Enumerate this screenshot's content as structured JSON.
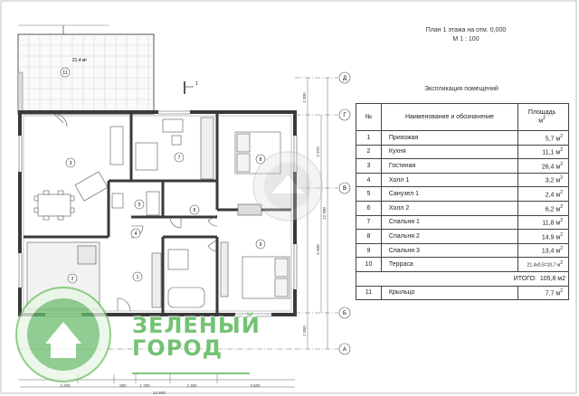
{
  "plan": {
    "title": "План 1 этажа на отм. 0,000",
    "scale": "М 1 : 100",
    "terrace_area_label": "21,4 м²",
    "terrace_num": "11",
    "section_mark": "1"
  },
  "axes": {
    "rows": [
      "Д",
      "Г",
      "В",
      "Б",
      "А"
    ],
    "dims_right": [
      "1 800",
      "3 370",
      "12 900",
      "5 800",
      "1 800"
    ],
    "dims_bottom": [
      "4 200",
      "800",
      "1 700",
      "2 300",
      "3 500"
    ],
    "dims_bottom_total": "12 500",
    "room_nums": [
      "1",
      "2",
      "3",
      "4",
      "5",
      "6",
      "7",
      "8",
      "9"
    ]
  },
  "explication": {
    "title": "Экспликация помещений",
    "headers": {
      "num": "№",
      "name": "Наименование и обозначение",
      "area": "Площадь",
      "area_unit": "м"
    },
    "rows": [
      {
        "num": "1",
        "name": "Прихожая",
        "area": "5,7 м"
      },
      {
        "num": "2",
        "name": "Кухня",
        "area": "11,1 м"
      },
      {
        "num": "3",
        "name": "Гостиная",
        "area": "26,4 м"
      },
      {
        "num": "4",
        "name": "Холл 1",
        "area": "3,2 м"
      },
      {
        "num": "5",
        "name": "Санузел 1",
        "area": "2,4 м"
      },
      {
        "num": "6",
        "name": "Холл 2",
        "area": "6,2 м"
      },
      {
        "num": "7",
        "name": "Спальня 1",
        "area": "11,8 м"
      },
      {
        "num": "8",
        "name": "Спальня 2",
        "area": "14,9 м"
      },
      {
        "num": "9",
        "name": "Спальня 3",
        "area": "13,4 м"
      },
      {
        "num": "10",
        "name": "Терраса",
        "area": "21,4х0,5=10,7 м"
      }
    ],
    "total_label": "ИТОГО:",
    "total_value": "105,8 м2",
    "extra": {
      "num": "11",
      "name": "Крыльцо",
      "area": "7,7 м"
    }
  },
  "watermark": {
    "line1": "ЗЕЛЕНЫЙ",
    "line2": "ГОРОД"
  },
  "colors": {
    "wall": "#3a3a3a",
    "line": "#444444",
    "brand_green": "#5cb85c"
  }
}
